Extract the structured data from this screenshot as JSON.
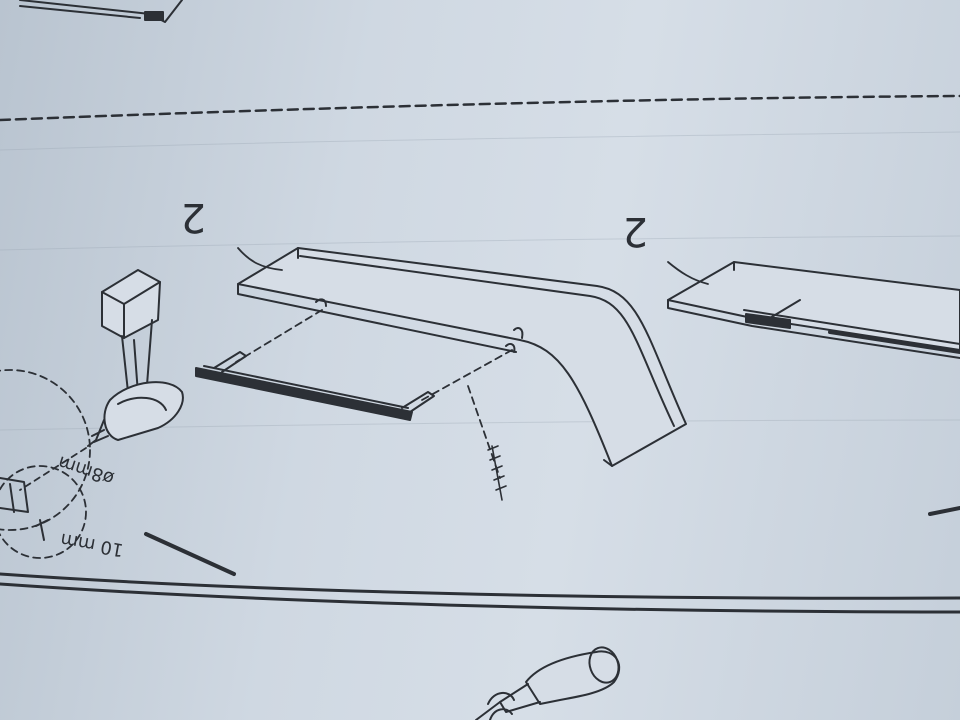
{
  "diagram": {
    "part_number_left": "2",
    "part_number_right": "2",
    "drill_diameter": "ø8mm",
    "depth_marker": "10 mm",
    "ink_color": "#2c3036",
    "paper_color": "#d3dbe4"
  }
}
